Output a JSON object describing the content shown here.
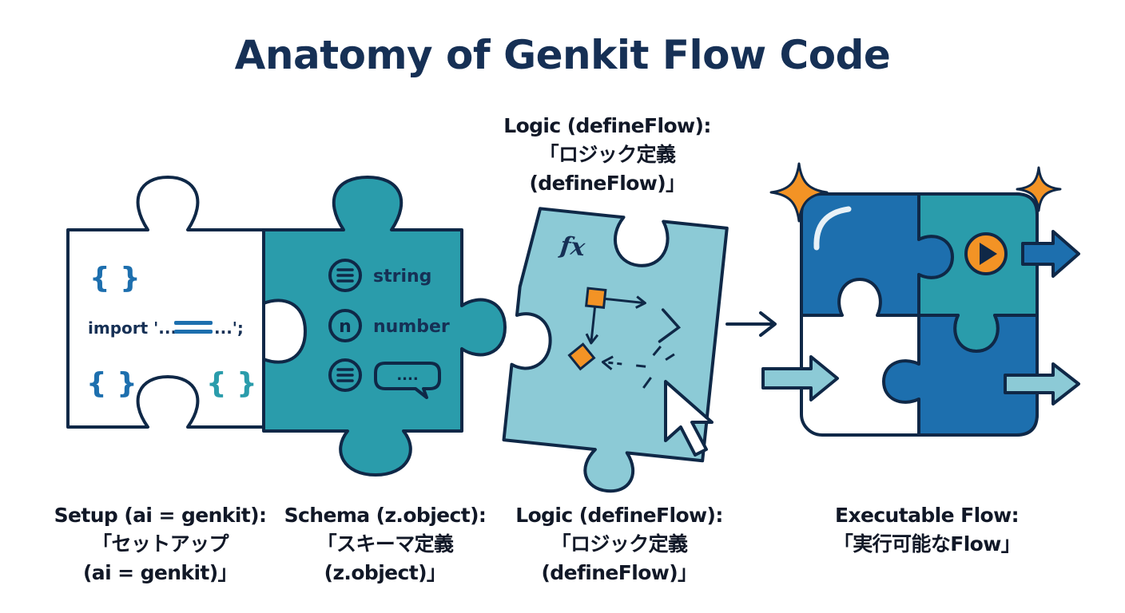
{
  "title": "Anatomy of Genkit Flow Code",
  "top_label": {
    "line1": "Logic (defineFlow):",
    "line2": "「ロジック定義",
    "line3": "(defineFlow)」"
  },
  "setup_piece": {
    "brace_symbol": "{ }",
    "import_text": "import '...",
    "import_tail": "...';"
  },
  "schema_piece": {
    "string_label": "string",
    "number_label": "number",
    "number_icon_letter": "n",
    "bubble_text": "...."
  },
  "logic_piece": {
    "fx_label": "fx"
  },
  "captions": [
    {
      "line1": "Setup (ai = genkit):",
      "line2": "「セットアップ",
      "line3": "(ai = genkit)」"
    },
    {
      "line1": "Schema (z.object):",
      "line2": "「スキーマ定義",
      "line3": "(z.object)」"
    },
    {
      "line1": "Logic (defineFlow):",
      "line2": "「ロジック定義",
      "line3": "(defineFlow)」"
    },
    {
      "line1": "Executable Flow:",
      "line2": "「実行可能なFlow」",
      "line3": ""
    }
  ],
  "colors": {
    "navy": "#0f2847",
    "teal": "#2a9cab",
    "light_teal": "#8ccad6",
    "blue": "#1d6fae",
    "orange": "#f39325"
  },
  "icons": [
    "curly-brace-icon",
    "list-icon",
    "number-icon",
    "speech-bubble-icon",
    "function-icon",
    "cursor-icon",
    "play-icon",
    "sparkle-icon",
    "arrow-right-icon"
  ]
}
